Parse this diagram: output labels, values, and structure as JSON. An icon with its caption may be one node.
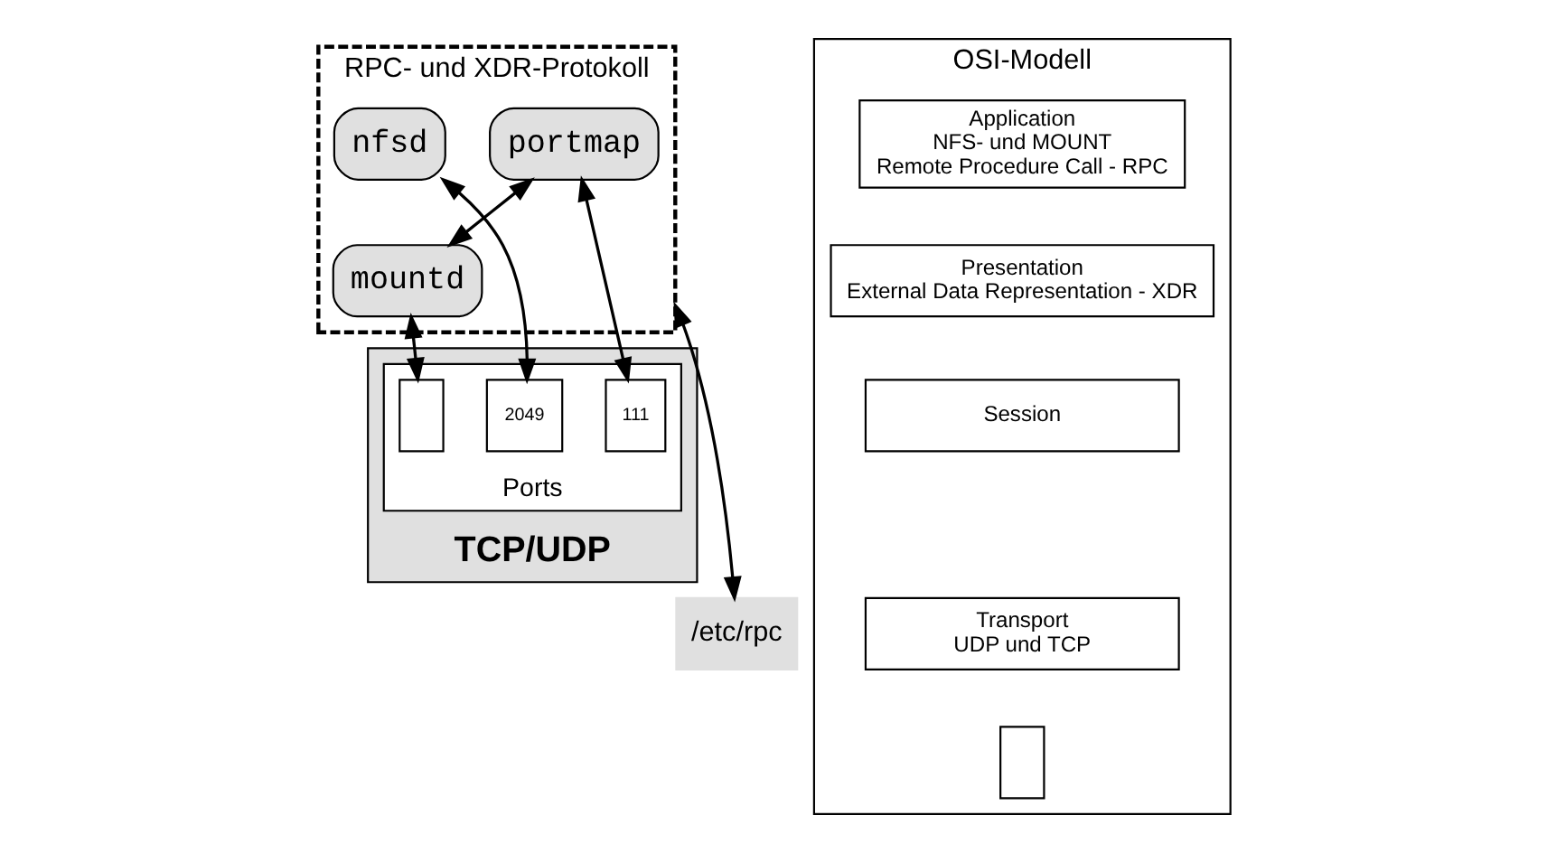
{
  "diagram": {
    "nodes": [
      {
        "text": [
          "RPC- und XDR-Protokoll"
        ]
      },
      {
        "text": [
          "mountd"
        ],
        "in": 0
      },
      {
        "text": [
          "nfsd"
        ],
        "in": 0
      },
      {
        "text": [
          "portmap"
        ],
        "in": 0
      },
      {
        "text": [
          "TCP/UDP"
        ]
      },
      {
        "text": [
          "Ports"
        ],
        "in": 4
      },
      {
        "text": [
          "111"
        ],
        "in": 5
      },
      {
        "text": [],
        "shape": "box",
        "in": 5
      },
      {
        "text": [
          "2049"
        ],
        "in": 5
      },
      {
        "text": [
          "/etc/rpc"
        ]
      },
      {
        "text": [
          "OSI-Modell"
        ]
      },
      {
        "text": [
          "Application",
          "NFS- und MOUNT",
          "Remote Procedure Call - RPC"
        ],
        "in": 10
      },
      {
        "text": [
          "Presentation",
          "External Data Representation - XDR"
        ],
        "in": 10
      },
      {
        "text": [
          "Session"
        ],
        "in": 10
      },
      {
        "text": [
          "Transport",
          "UDP und TCP"
        ],
        "in": 10
      },
      {
        "text": [],
        "shape": "box",
        "in": 10
      }
    ],
    "edges": [
      {
        "from": 3,
        "to": 1,
        "arrow": "both"
      },
      {
        "from": 3,
        "to": 6,
        "arrow": "both"
      },
      {
        "from": 1,
        "to": 7,
        "arrow": "both"
      },
      {
        "from": 2,
        "to": 8,
        "arrow": "both"
      },
      {
        "from": 0,
        "to": 9,
        "arrow": "both"
      }
    ]
  }
}
